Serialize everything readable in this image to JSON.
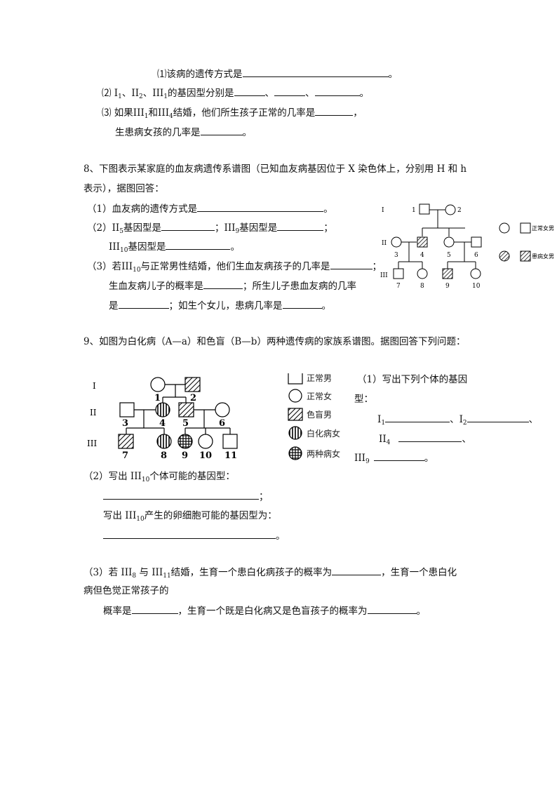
{
  "q7": {
    "l1": "⑴该病的遗传方式是",
    "l1_end": "。",
    "l2_a": "⑵ I",
    "l2_s1": "1",
    "l2_b": "、II",
    "l2_s2": "2",
    "l2_c": "、III",
    "l2_s3": "1",
    "l2_d": "的基因型分别是",
    "sep": "、",
    "l2_end": "。",
    "l3_a": "⑶ 如果III",
    "l3_s1": "1",
    "l3_b": "和III",
    "l3_s2": "4",
    "l3_c": "结婚，他们所生孩子正常的几率是",
    "l3_end": "，",
    "l4": "生患病女孩的几率是",
    "l4_end": "。"
  },
  "q8": {
    "stem1": "8、下图表示某家庭的血友病遗传系谱图（已知血友病基因位于 X 染色体上，分别用 H 和 h",
    "stem2": "表示），据图回答：",
    "p1": "（1）血友病的遗传方式是",
    "p1_end": "。",
    "p2_a": "（2）II",
    "p2_s1": "5",
    "p2_b": "基因型是",
    "p2_c": "；III",
    "p2_s2": "9",
    "p2_d": "基因型是",
    "p2_end": "；",
    "p2_e": "III",
    "p2_s3": "10",
    "p2_f": "基因型是",
    "p2_f_end": "。",
    "p3_a": "（3）若III",
    "p3_s1": "10",
    "p3_b": "与正常男性结婚，他们生血友病孩子的几率是",
    "p3_end": "；",
    "p3_c": "生血友病儿子的概率是",
    "p3_d": "；所生儿子患血友病的几率",
    "p3_e": "是",
    "p3_f": "；如生个女儿，患病几率是",
    "p3_g": "。"
  },
  "pedigree8": {
    "gen_labels": [
      "I",
      "II",
      "III"
    ],
    "numbers": [
      "1",
      "2",
      "3",
      "4",
      "5",
      "6",
      "7",
      "8",
      "9",
      "10"
    ],
    "legend": [
      "正常女男",
      "患病女男"
    ]
  },
  "q9": {
    "stem": "9、如图为白化病（A—a）和色盲（B—b）两种遗传病的家族系谱图。据图回答下列问题：",
    "p1_a": "（1）写出下列个体的基因",
    "p1_b": "型：",
    "i1": "I",
    "i1_s": "1",
    "i2": "、I",
    "i2_s": "2",
    "i2_end": "、",
    "ii4": "II",
    "ii4_s": "4",
    "ii4_end": "、",
    "iii9": "III",
    "iii9_s": "9",
    "iii9_end": "。",
    "p2_a": "（2）写出 III",
    "p2_s": "10",
    "p2_b": "个体可能的基因型：",
    "p2_end": "；",
    "p2_c": "写出 III",
    "p2_cs": "10",
    "p2_d": "产生的卵细胞可能的基因型为：",
    "p2_d_end": "。",
    "p3_a": "（3）若 III",
    "p3_s1": "8",
    "p3_b": " 与 III",
    "p3_s2": "11",
    "p3_c": "结婚，生育一个患白化病孩子的概率为",
    "p3_d": "，生育一个患白化",
    "p3_e": "病但色觉正常孩子的",
    "p3_f": "概率是",
    "p3_g": "，生育一个既是白化病又是色盲孩子的概率为",
    "p3_end": "。"
  },
  "pedigree9": {
    "gen_labels": [
      "I",
      "II",
      "III"
    ],
    "numbers": [
      "1",
      "2",
      "3",
      "4",
      "5",
      "6",
      "7",
      "8",
      "9",
      "10",
      "11"
    ],
    "legend": [
      "正常男",
      "正常女",
      "色盲男",
      "白化病女",
      "两种病女"
    ]
  }
}
